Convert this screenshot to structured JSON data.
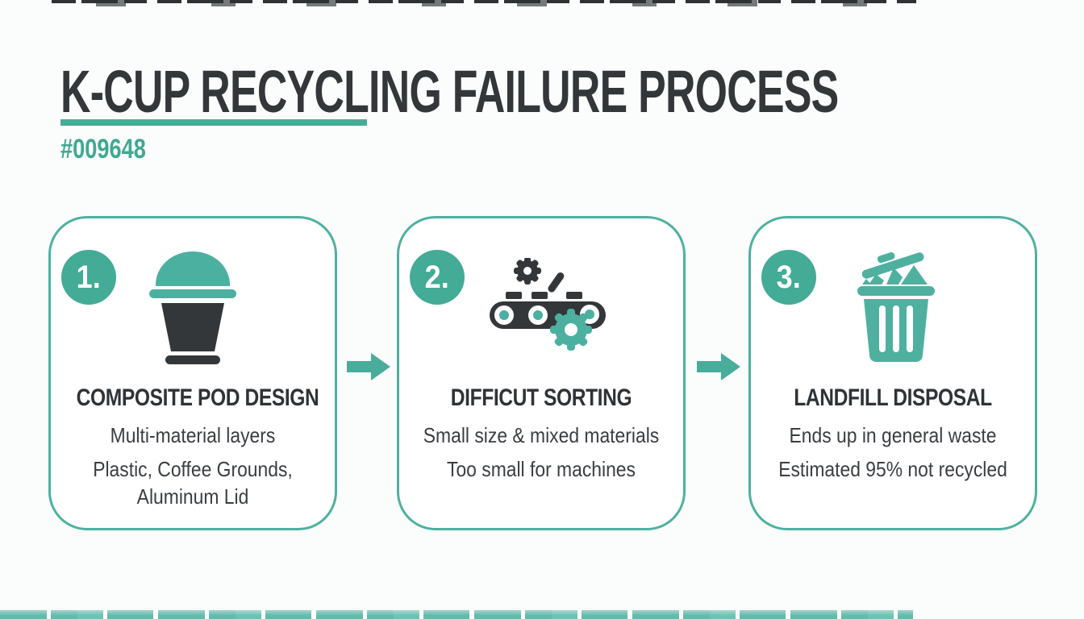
{
  "header": {
    "title": "K-CUP RECYCLING FAILURE PROCESS",
    "color_code": "#009648"
  },
  "colors": {
    "accent_teal": "#45AC98",
    "icon_dark": "#33373A",
    "text_dark": "#33373A"
  },
  "steps": [
    {
      "number": "1.",
      "icon": "coffee-pod-icon",
      "heading": "COMPOSITE POD DESIGN",
      "lines": [
        "Multi-material layers",
        "Plastic, Coffee Grounds, Aluminum Lid"
      ]
    },
    {
      "number": "2.",
      "icon": "conveyor-sorting-icon",
      "heading": "DIFFICUT SORTING",
      "lines": [
        "Small size & mixed materials",
        "Too small for machines"
      ]
    },
    {
      "number": "3.",
      "icon": "trash-can-icon",
      "heading": "LANDFILL DISPOSAL",
      "lines": [
        "Ends up in general waste",
        "Estimated 95% not recycled"
      ]
    }
  ],
  "arrows": {
    "glyph": "right-block-arrow"
  }
}
